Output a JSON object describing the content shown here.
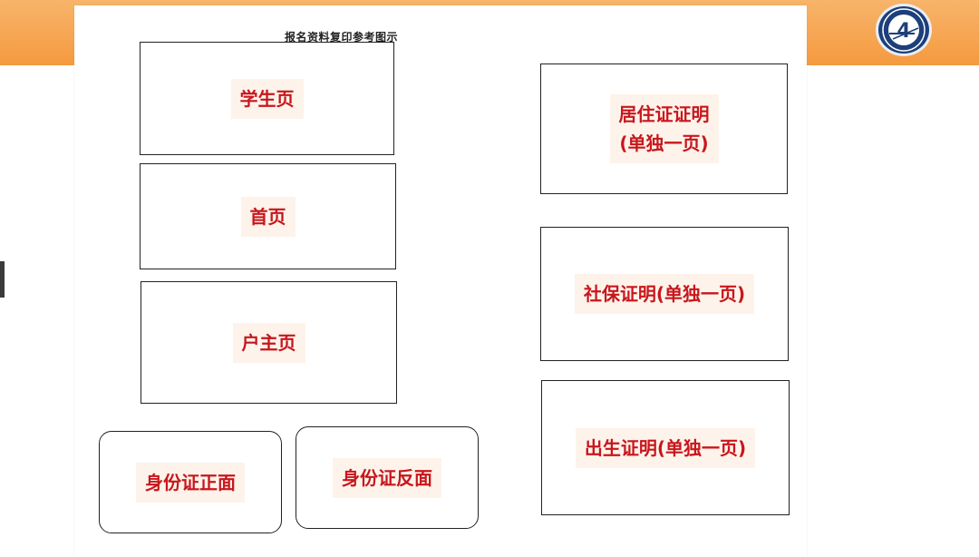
{
  "sheet": {
    "title": "报名资料复印参考图示"
  },
  "boxes": {
    "student_page": "学生页",
    "home_page": "首页",
    "householder_page": "户主页",
    "id_front": "身份证正面",
    "id_back": "身份证反面",
    "residence_permit_line1": "居住证证明",
    "residence_permit_line2": "(单独一页)",
    "social_security": "社保证明(单独一页)",
    "birth_certificate": "出生证明(单独一页)"
  },
  "logo": {
    "icon": "school-emblem-icon",
    "numeral": "4"
  },
  "colors": {
    "band": "#f59a3f",
    "label_text": "#c8161d",
    "label_bg": "#fdf3ea",
    "logo_bg": "#1d3f7a"
  }
}
